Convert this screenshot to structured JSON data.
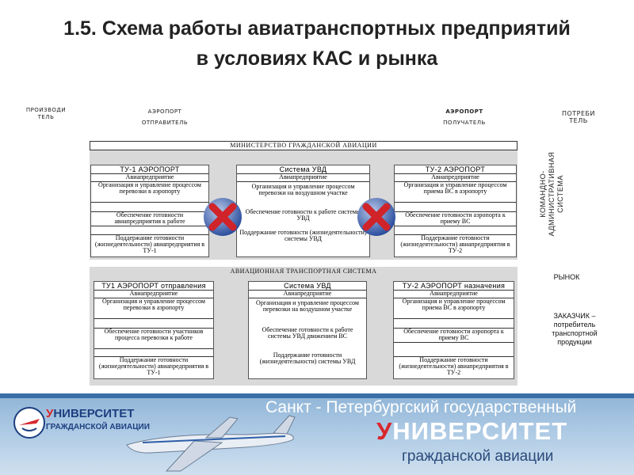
{
  "title": {
    "line1": "1.5. Схема работы авиатранспортных предприятий",
    "line2": "в условиях КАС и рынка"
  },
  "top_labels": {
    "producer": [
      "ПРОИЗВОДИ",
      "ТЕЛЬ"
    ],
    "airport_sender": [
      "АЭРОПОРТ",
      "ОТПРАВИТЕЛЬ"
    ],
    "airport_receiver": [
      "АЭРОПОРТ",
      "ПОЛУЧАТЕЛЬ"
    ],
    "consumer": [
      "ПОТРЕБИ",
      "ТЕЛЬ"
    ]
  },
  "side_labels": {
    "command_system": "КОМАНДНО-\nАДМИНИСТРАТИВНАЯ\nСИСТЕМА",
    "market": "РЫНОК",
    "customer": [
      "ЗАКАЗЧИК –",
      "потребитель",
      "транспортной",
      "продукции"
    ]
  },
  "kas": {
    "ministry": "МИНИСТЕРСТВО ГРАЖДАНСКОЙ АВИАЦИИ",
    "col1": {
      "head": "ТУ-1 АЭРОПОРТ",
      "rows": [
        "Авиапредприятие",
        "Организация и управление процессом перевозки в аэропорту",
        "",
        "Обеспечение готовности авиапредприятия к работе",
        "",
        "Поддержание готовности (жизнедеятельности) авиапредприятия в ТУ-1"
      ]
    },
    "col2": {
      "head": "Система УВД",
      "rows": [
        "Авиапредприятие",
        "Организация и управление процессом перевозки на воздушном участке",
        "Обеспечение готовности к работе системы УВД",
        "Поддержание готовности (жизнедеятельности) системы УВД"
      ]
    },
    "col3": {
      "head": "ТУ-2 АЭРОПОРТ",
      "rows": [
        "Авиапредприятие",
        "Организация и управление процессом приема ВС в аэропорту",
        "",
        "Обеспечение готовности аэропорта к приему ВС",
        "",
        "Поддержание готовности (жизнедеятельности) авиапредприятия в ТУ-2"
      ]
    }
  },
  "market": {
    "system": "АВИАЦИОННАЯ ТРАНСПОРТНАЯ СИСТЕМА",
    "col1": {
      "head": "ТУ1 АЭРОПОРТ отправления",
      "rows": [
        "Авиапредприятие",
        "Организация и управление процессом перевозки в аэропорту",
        "",
        "Обеспечение готовности участников процесса перевозки к работе",
        "",
        "Поддержание готовности (жизнедеятельности) авиапредприятия в ТУ-1"
      ]
    },
    "col2": {
      "head": "Система УВД",
      "rows": [
        "Авиапредприятие",
        "Организация и управление процессом перевозки на воздушном участке",
        "Обеспечение готовности к работе системы УВД движением ВС",
        "Поддержание готовности (жизнедеятельности) системы УВД"
      ]
    },
    "col3": {
      "head": "ТУ-2 АЭРОПОРТ назначения",
      "rows": [
        "Авиапредприятие",
        "Организация и управление процессом приема ВС в аэропорту",
        "",
        "Обеспечение готовности аэропорта к приему ВС",
        "",
        "Поддержание готовности (жизнедеятельности) авиапредприятия в ТУ-2"
      ]
    }
  },
  "footer": {
    "logo_line1_first": "У",
    "logo_line1_rest": "НИВЕРСИТЕТ",
    "logo_line2": "ГРАЖДАНСКОЙ АВИАЦИИ",
    "line1": "Санкт - Петербургский государственный",
    "line2_first": "У",
    "line2_rest": "НИВЕРСИТЕТ",
    "line3": "гражданской авиации"
  },
  "colors": {
    "cross_red": "#d0232a",
    "band_gray": "#d9d9d9",
    "footer_blue": "#a9c7e3",
    "accent_red": "#d9262b"
  }
}
